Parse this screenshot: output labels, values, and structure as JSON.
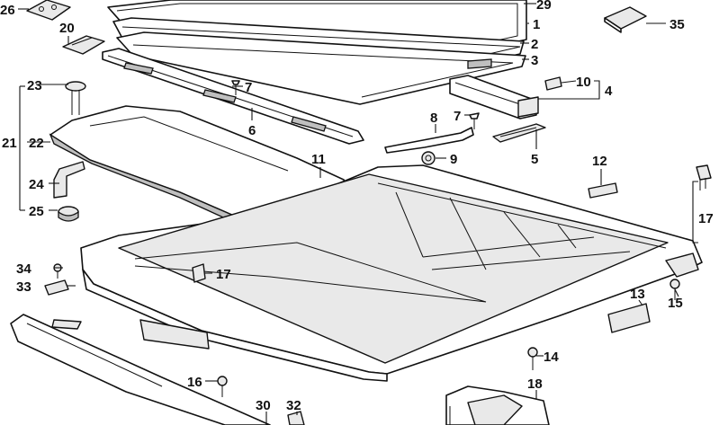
{
  "labels": {
    "l1": "1",
    "l2": "2",
    "l3": "3",
    "l4": "4",
    "l5": "5",
    "l6": "6",
    "l7a": "7",
    "l7b": "7",
    "l8": "8",
    "l9": "9",
    "l10": "10",
    "l11": "11",
    "l12": "12",
    "l13": "13",
    "l14": "14",
    "l15": "15",
    "l16": "16",
    "l17a": "17",
    "l17b": "17",
    "l18": "18",
    "l20": "20",
    "l21": "21",
    "l22": "22",
    "l23": "23",
    "l24": "24",
    "l25": "25",
    "l26": "26",
    "l29": "29",
    "l30": "30",
    "l32": "32",
    "l33": "33",
    "l34": "34",
    "l35": "35"
  }
}
